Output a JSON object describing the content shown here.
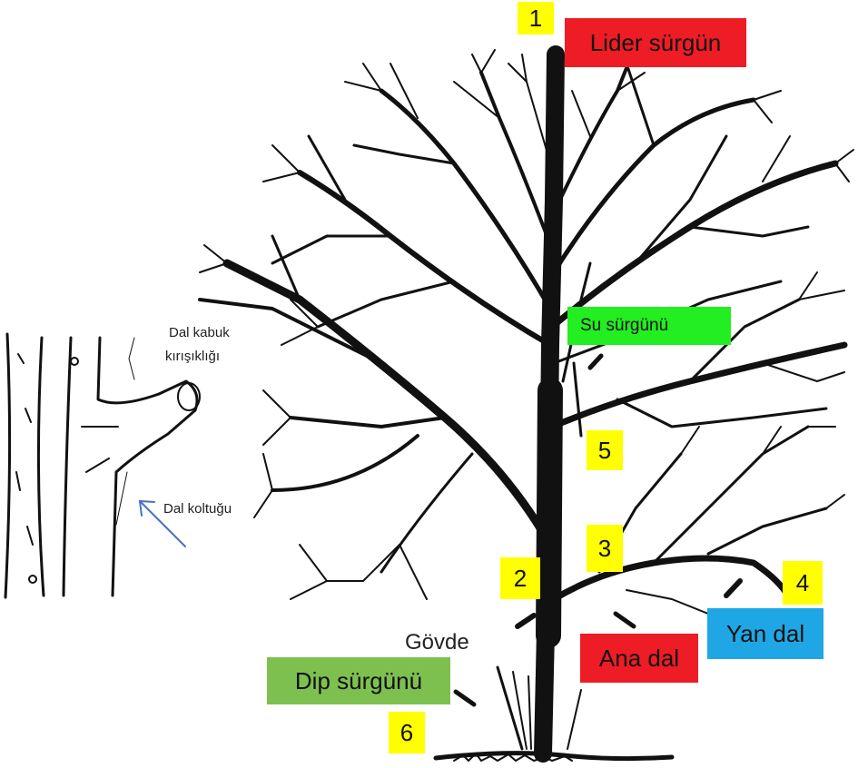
{
  "labels": {
    "lider": "Lider sürgün",
    "su": "Su sürgünü",
    "ana": "Ana dal",
    "yan": "Yan dal",
    "dip": "Dip sürgünü",
    "govde": "Gövde",
    "dal_kabuk_1": "Dal kabuk",
    "dal_kabuk_2": "kırışıklığı",
    "dal_koltugu": "Dal koltuğu"
  },
  "numbers": {
    "n1": "1",
    "n2": "2",
    "n3": "3",
    "n4": "4",
    "n5": "5",
    "n6": "6"
  },
  "colors": {
    "red": "#ee1c25",
    "green": "#22ee22",
    "olive_green": "#7ec050",
    "blue": "#1fa7e5",
    "yellow": "#ffff00",
    "ink": "#111111",
    "pointer": "#4472c4"
  }
}
